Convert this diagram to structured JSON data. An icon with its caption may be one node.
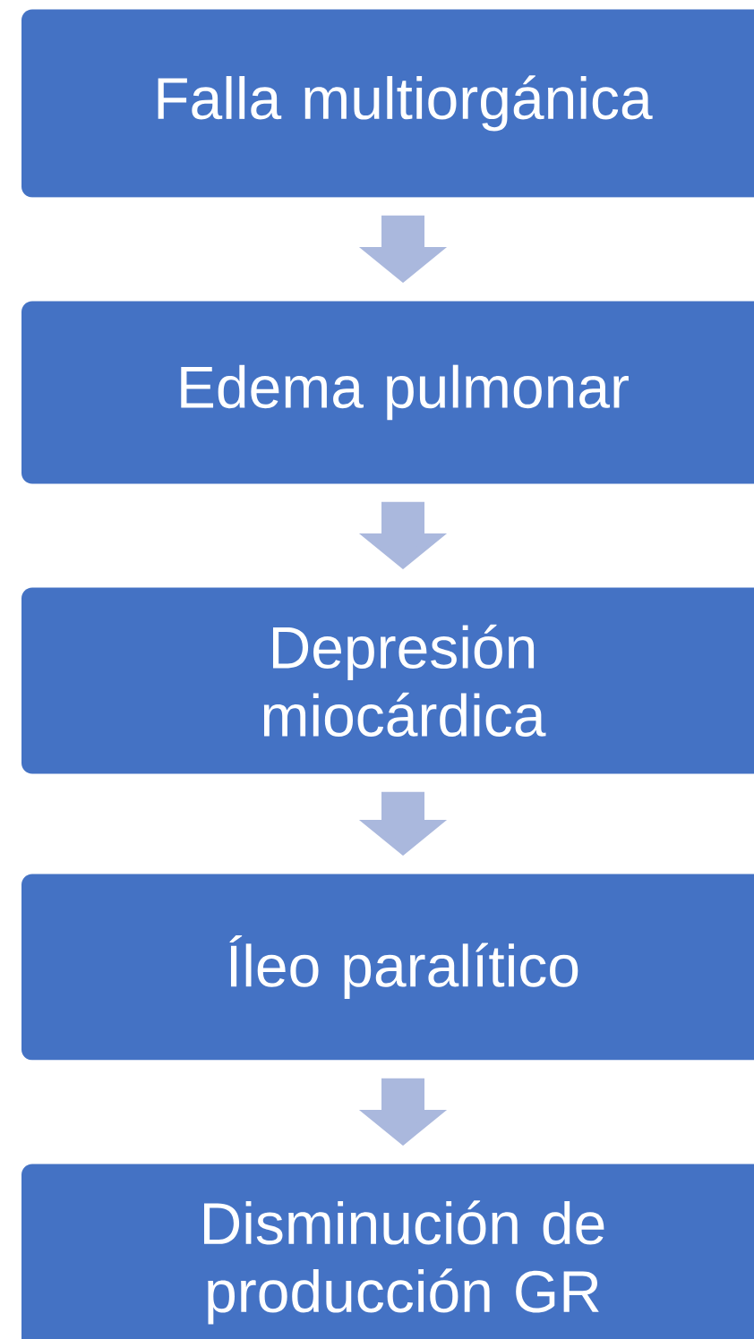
{
  "diagram": {
    "nodes": [
      {
        "text": [
          "Falla multiorgánica"
        ]
      },
      {
        "text": [
          "Edema pulmonar"
        ]
      },
      {
        "text": [
          "Depresión miocárdica"
        ]
      },
      {
        "text": [
          "Íleo paralítico"
        ]
      },
      {
        "text": [
          "Disminución de producción GR"
        ]
      }
    ],
    "edges": [
      {
        "from": 0,
        "to": 1,
        "arrow": "to"
      },
      {
        "from": 1,
        "to": 2,
        "arrow": "to"
      },
      {
        "from": 2,
        "to": 3,
        "arrow": "to"
      },
      {
        "from": 3,
        "to": 4,
        "arrow": "to"
      }
    ]
  }
}
